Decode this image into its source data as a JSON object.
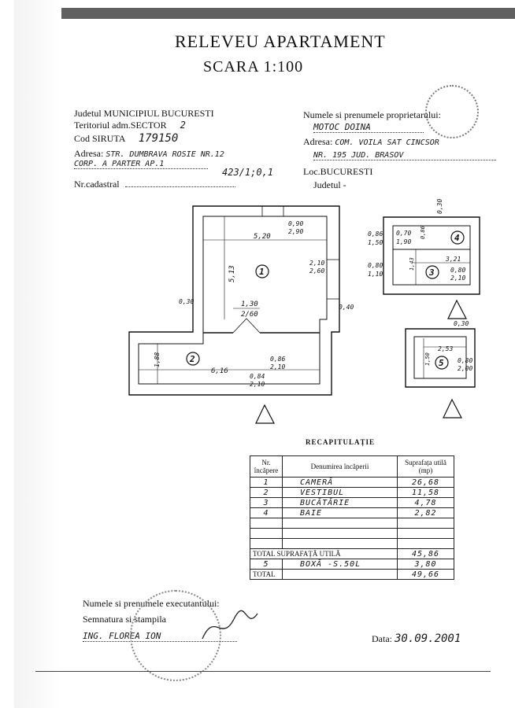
{
  "header": {
    "title": "RELEVEU APARTAMENT",
    "scale": "SCARA 1:100"
  },
  "left_info": {
    "judetul_label": "Judetul",
    "judetul_value": "MUNICIPIUL BUCURESTI",
    "teritoriul_label": "Teritoriul adm.SECTOR",
    "teritoriul_value": "2",
    "cod_label": "Cod SIRUTA",
    "cod_value": "179150",
    "adresa_label": "Adresa:",
    "adresa_value_1": "STR. DUMBRAVA ROSIE NR.12",
    "adresa_value_2": "CORP. A PARTER AP.1",
    "adresa_note": "423/1;0,1",
    "cadastral_label": "Nr.cadastral"
  },
  "right_info": {
    "owner_label": "Numele si prenumele proprietarului:",
    "owner_value": "MOTOC DOINA",
    "adresa_label": "Adresa:",
    "adresa_value_1": "COM. VOILA SAT CINCSOR",
    "adresa_value_2": "NR. 195 JUD. BRASOV",
    "loc_label": "Loc.",
    "loc_value": "BUCURESTI",
    "judetul_label": "Judetul -"
  },
  "plan": {
    "room1_marker": "1",
    "room2_marker": "2",
    "room3_marker": "3",
    "room4_marker": "4",
    "room5_marker": "5",
    "dims": {
      "d520": "5,20",
      "d090": "0,90",
      "d290": "2,90",
      "d513": "5,13",
      "d210a": "2,10",
      "d260a": "2,60",
      "d030": "0,30",
      "d130": "1,30",
      "d260b": "2/60",
      "d040": "0,40",
      "d188": "1,88",
      "d616": "6,16",
      "d086": "0,86",
      "d210b": "2,10",
      "d084": "0,84",
      "d210c": "2,10",
      "r030top": "0,30",
      "r086": "0,86",
      "r150": "1,50",
      "r070": "0,70",
      "r190": "1,90",
      "r080h": "0,86",
      "r143": "1,43",
      "r321": "3,21",
      "r080a": "0,80",
      "r110": "1,10",
      "r080b": "0,80",
      "r2710": "2,10",
      "r030b": "0,30",
      "r253": "2,53",
      "r5150": "1,50",
      "r5080": "0,80",
      "r5200": "2,00"
    }
  },
  "recap": {
    "title": "RECAPITULAȚIE",
    "col1": "Nr. încăpere",
    "col2": "Denumirea încăperii",
    "col3": "Suprafața utilă (mp)",
    "rows": [
      {
        "nr": "1",
        "name": "CAMERĂ",
        "area": "26,68"
      },
      {
        "nr": "2",
        "name": "VESTIBUL",
        "area": "11,58"
      },
      {
        "nr": "3",
        "name": "BUCĂTĂRIE",
        "area": "4,78"
      },
      {
        "nr": "4",
        "name": "BAIE",
        "area": "2,82"
      }
    ],
    "total_util_label": "TOTAL SUPRAFAȚĂ UTILĂ",
    "total_util_value": "45,86",
    "box_nr": "5",
    "box_name": "BOXĂ -S.50L",
    "box_area": "3,80",
    "total_label": "TOTAL",
    "total_value": "49,66"
  },
  "footer": {
    "executant_label": "Numele si prenumele executantului:",
    "semnatura_label": "Semnatura si stampila",
    "executant_value": "ING. FLOREA ION",
    "data_label": "Data:",
    "data_value": "30.09.2001"
  }
}
